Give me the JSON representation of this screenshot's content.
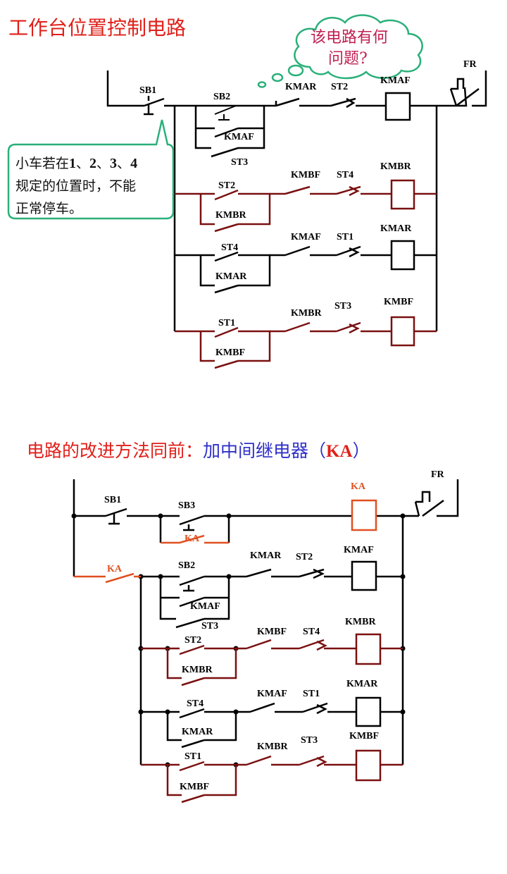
{
  "titles": {
    "top": "工作台位置控制电路",
    "bottom_part1": "电路的改进方法同前：",
    "bottom_part2": "加中间继电器（",
    "bottom_part3": "KA",
    "bottom_part4": "）"
  },
  "cloud": {
    "line1": "该电路有何",
    "line2": "问题?"
  },
  "callout": {
    "line1_a": "小车若在",
    "line1_b": "1",
    "line1_c": "、",
    "line1_d": "2",
    "line1_e": "、",
    "line1_f": "3",
    "line1_g": "、",
    "line1_h": "4",
    "line2": "规定的位置时，不能",
    "line3": "正常停车。"
  },
  "diagram1_labels": {
    "sb1": "SB1",
    "sb2": "SB2",
    "kmaf_hold": "KMAF",
    "st3_par": "ST3",
    "kmar_nc1": "KMAR",
    "st2_nc1": "ST2",
    "coil1": "KMAF",
    "fr": "FR",
    "st2_r2": "ST2",
    "kmbr_hold": "KMBR",
    "kmbf_nc2": "KMBF",
    "st4_nc2": "ST4",
    "coil2": "KMBR",
    "st4_r3": "ST4",
    "kmar_hold": "KMAR",
    "kmaf_nc3": "KMAF",
    "st1_nc3": "ST1",
    "coil3": "KMAR",
    "st1_r4": "ST1",
    "kmbf_hold": "KMBF",
    "kmbr_nc4": "KMBR",
    "st3_nc4": "ST3",
    "coil4": "KMBF"
  },
  "diagram2_labels": {
    "sb1": "SB1",
    "sb3": "SB3",
    "ka_hold": "KA",
    "coil_ka": "KA",
    "fr": "FR",
    "ka_contact": "KA",
    "sb2": "SB2",
    "kmaf_hold": "KMAF",
    "st3_par": "ST3",
    "kmar_nc1": "KMAR",
    "st2_nc1": "ST2",
    "coil1": "KMAF",
    "st2_r2": "ST2",
    "kmbr_hold": "KMBR",
    "kmbf_nc2": "KMBF",
    "st4_nc2": "ST4",
    "coil2": "KMBR",
    "st4_r3": "ST4",
    "kmar_hold": "KMAR",
    "kmaf_nc3": "KMAF",
    "st1_nc3": "ST1",
    "coil3": "KMAR",
    "st1_r4": "ST1",
    "kmbf_hold": "KMBF",
    "kmbr_nc4": "KMBR",
    "st3_nc4": "ST3",
    "coil4": "KMBF"
  },
  "colors": {
    "title_red": "#e0201a",
    "title_blue": "#3030c8",
    "wire_black": "#000000",
    "wire_dark_red": "#7a1010",
    "ka_orange": "#e05020",
    "callout_border": "#2ab07a",
    "cloud_border": "#2ab07a"
  }
}
